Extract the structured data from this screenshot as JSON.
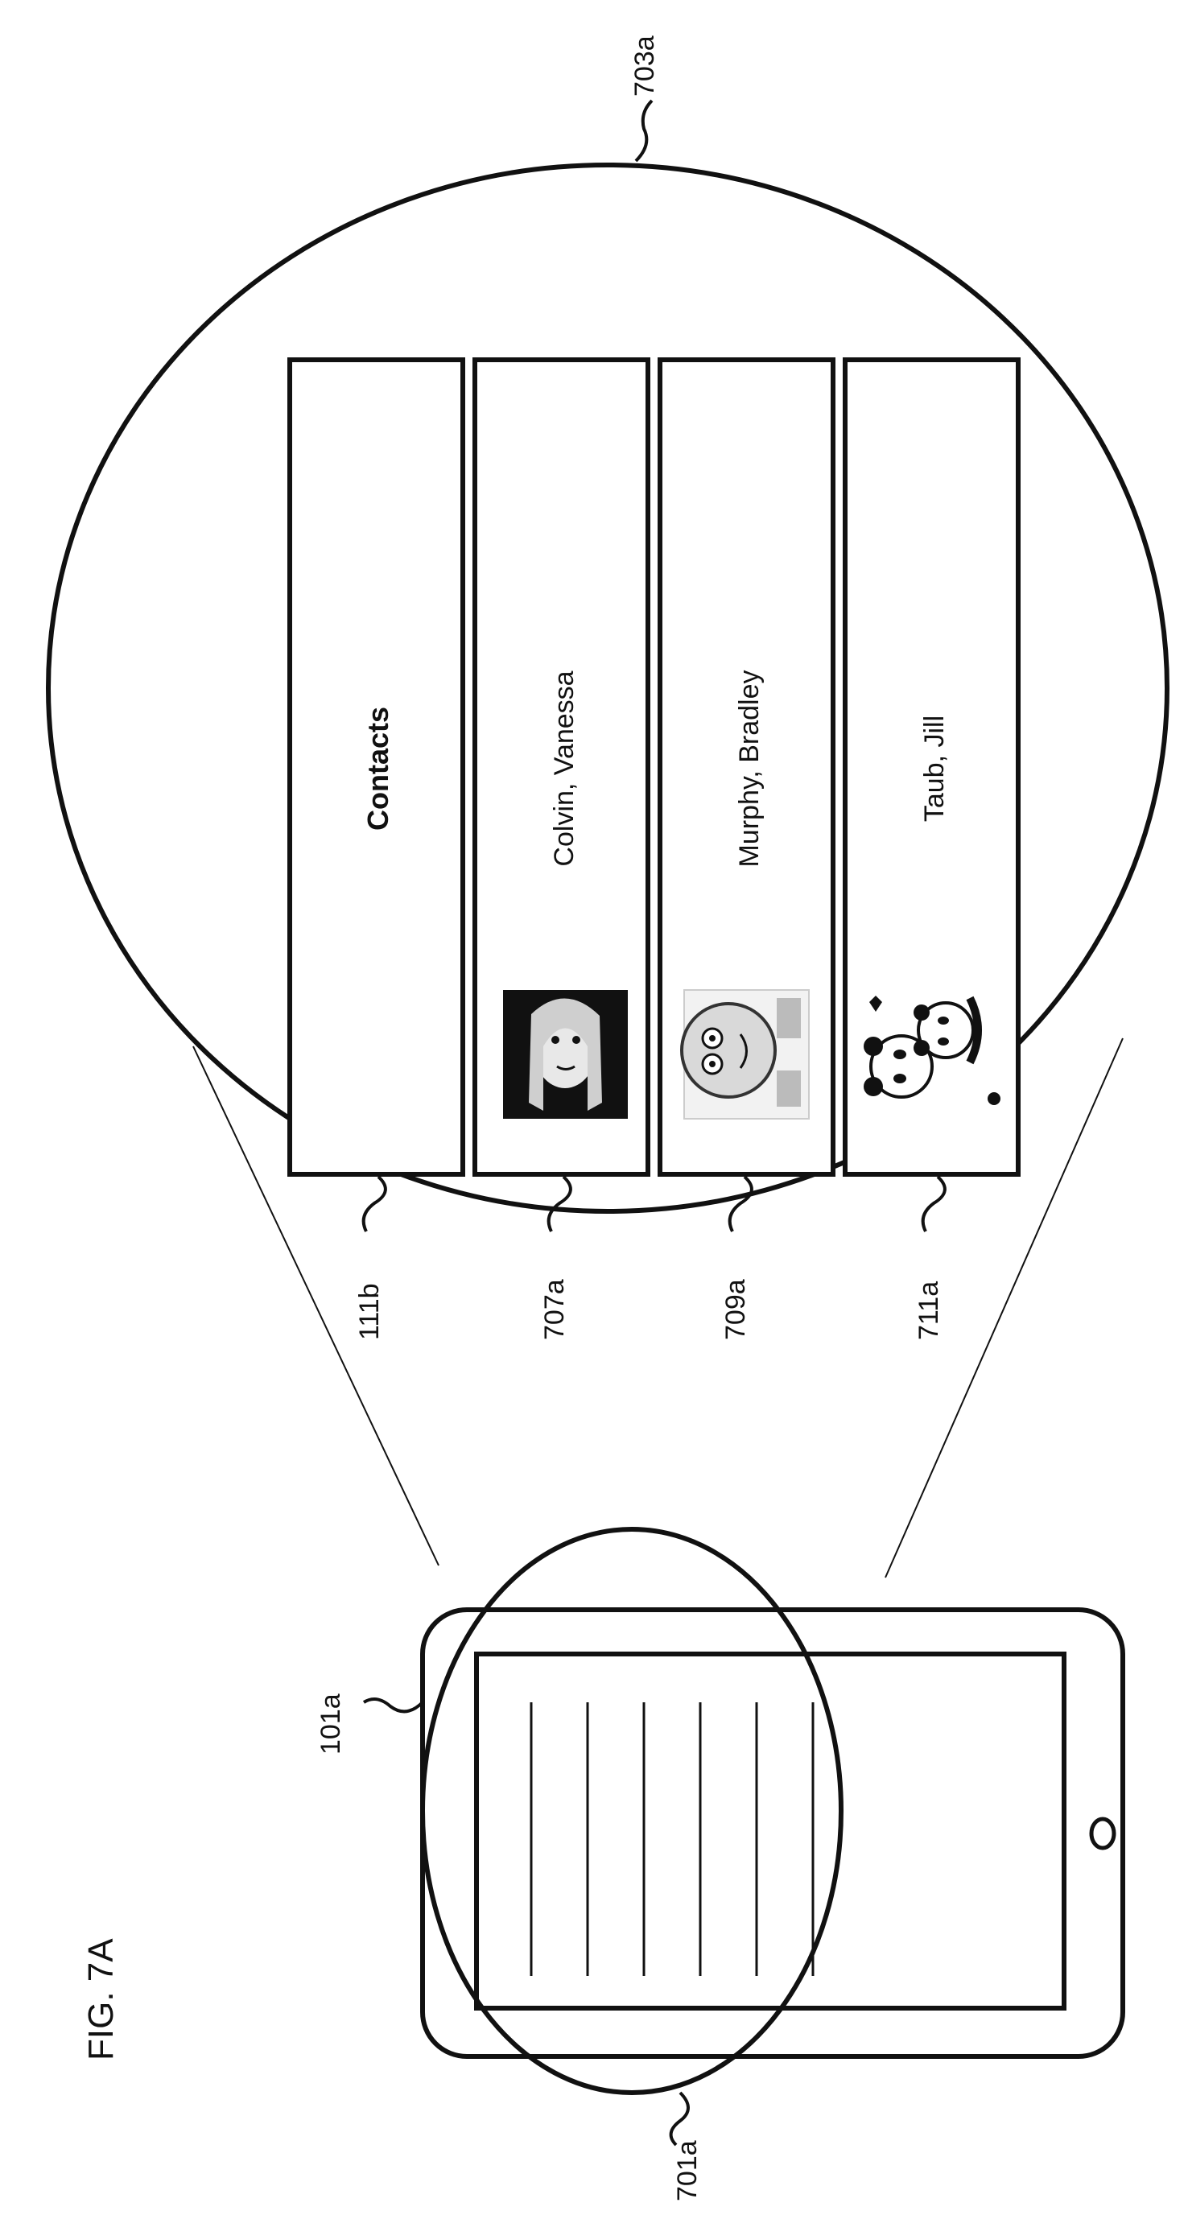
{
  "figure_title": "FIG. 7A",
  "contacts_header": "Contacts",
  "contacts": [
    {
      "name": "Colvin, Vanessa",
      "avatar_icon": "woman-portrait-icon"
    },
    {
      "name": "Murphy, Bradley",
      "avatar_icon": "cartoon-face-icon"
    },
    {
      "name": "Taub, Jill",
      "avatar_icon": "panda-icon"
    }
  ],
  "reference_labels": {
    "device": "101a",
    "magnifier_small": "701a",
    "magnifier_large": "703a",
    "header_bar": "111b",
    "row_1": "707a",
    "row_2": "709a",
    "row_3": "711a"
  },
  "icons": [
    "home-button-icon",
    "woman-portrait-icon",
    "cartoon-face-icon",
    "panda-icon"
  ]
}
